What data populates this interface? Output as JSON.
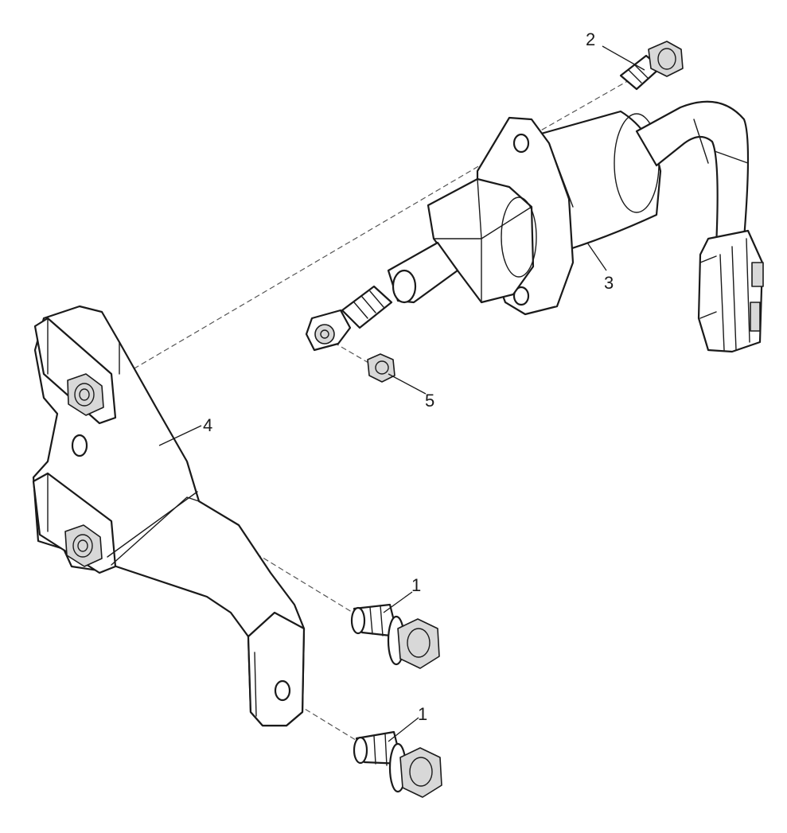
{
  "callouts": {
    "bolt_lower_1": "1",
    "bolt_lower_2": "1",
    "bolt_top": "2",
    "solenoid": "3",
    "bracket": "4",
    "nut": "5"
  },
  "colors": {
    "line": "#1a1a1a",
    "shade": "#d8d8d8",
    "background": "#ffffff"
  }
}
